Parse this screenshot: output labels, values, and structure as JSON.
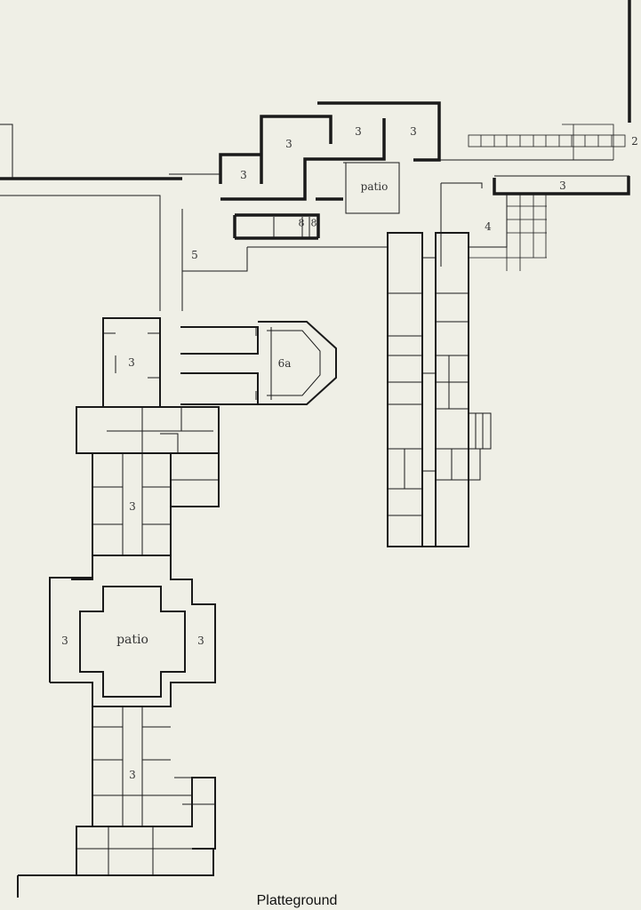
{
  "caption": "Platteground",
  "labels": {
    "room_3_a": "3",
    "room_3_b": "3",
    "room_3_c": "3",
    "room_3_d": "3",
    "patio_top": "patio",
    "room_2": "2",
    "room_3_bar": "3",
    "room_8_a": "8",
    "room_8_b": "8",
    "room_4": "4",
    "room_5": "5",
    "room_3_left_top": "3",
    "room_6a": "6a",
    "room_3_mid": "3",
    "patio_main": "patio",
    "room_3_west": "3",
    "room_3_east": "3",
    "room_3_south": "3"
  },
  "colors": {
    "paper": "#efefe6",
    "ink": "#1a1a1a"
  }
}
